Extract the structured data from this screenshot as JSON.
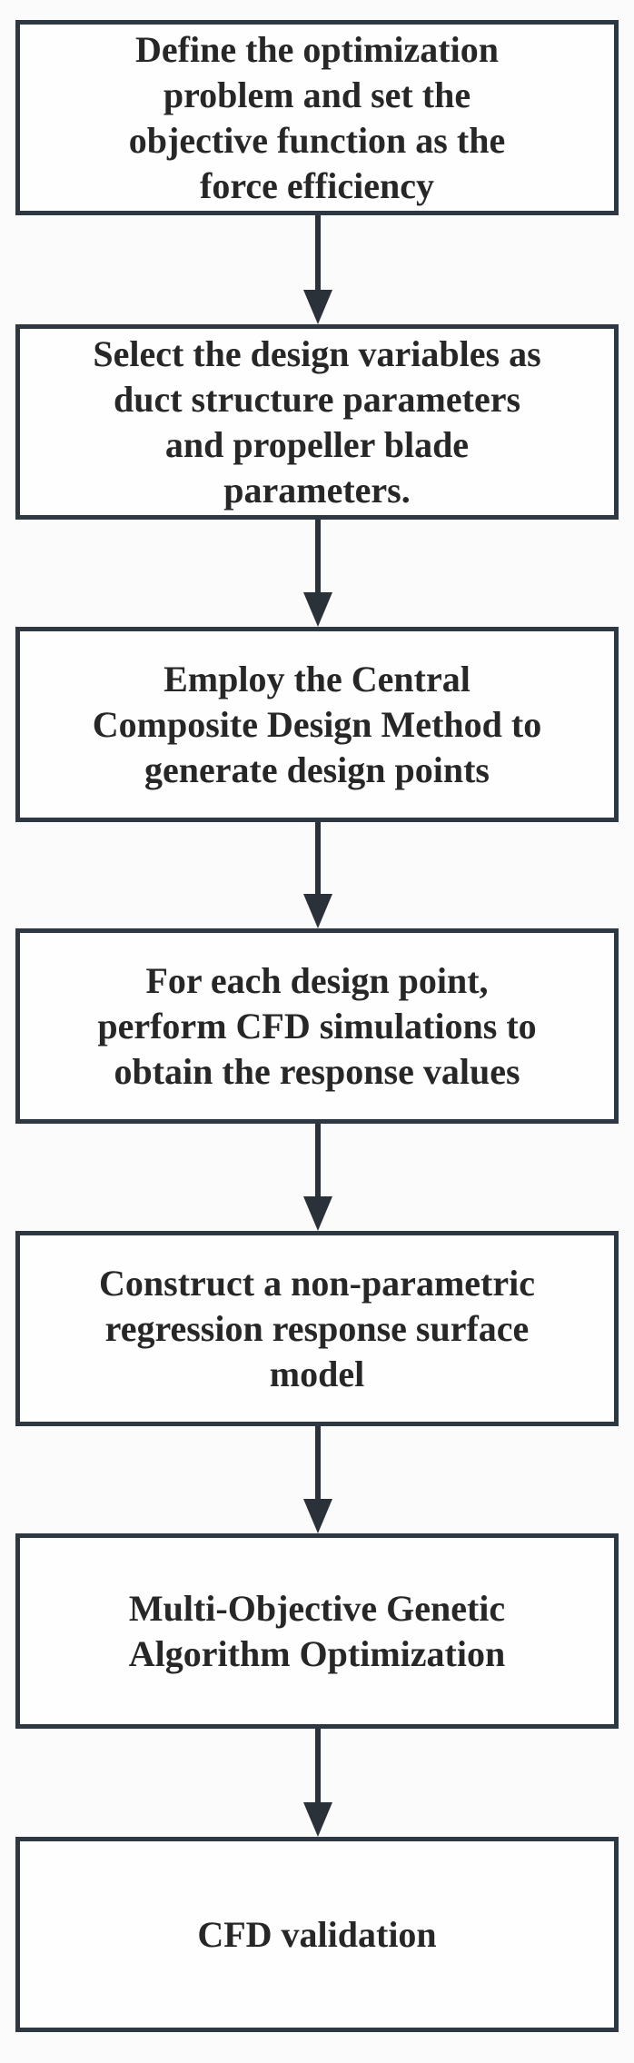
{
  "figure": {
    "title": "Duct propeller optimization workflow flowchart",
    "background_color": "#fbfbfb",
    "box_fill_color": "#fefefe",
    "box_border_color": "#2d3842",
    "text_color": "#272727",
    "arrow_color": "#2b3138"
  },
  "steps": [
    {
      "id": "define-objective",
      "label": "Define the optimization\nproblem and set the\nobjective function as the\nforce efficiency"
    },
    {
      "id": "select-variables",
      "label": "Select the design variables as\nduct structure parameters\nand propeller blade\nparameters."
    },
    {
      "id": "ccd-design-points",
      "label": "Employ the Central\nComposite Design Method to\ngenerate design points"
    },
    {
      "id": "cfd-simulations",
      "label": "For each design point,\nperform CFD simulations to\nobtain the response values"
    },
    {
      "id": "response-surface",
      "label": "Construct a non-parametric\nregression response surface\nmodel"
    },
    {
      "id": "moga-optimization",
      "label": "Multi-Objective Genetic\nAlgorithm Optimization"
    },
    {
      "id": "cfd-validation",
      "label": "CFD validation"
    }
  ]
}
